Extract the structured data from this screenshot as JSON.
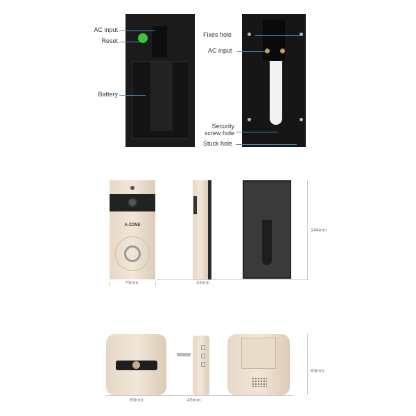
{
  "back_internal": {
    "labels": {
      "ac_input": "AC input",
      "reset": "Reset",
      "battery": "Battery"
    },
    "reset_color": "#3cc43c"
  },
  "back_plate": {
    "labels": {
      "fixes_hole": "Fixes hole",
      "ac_input": "AC input",
      "security_line1": "Security",
      "security_line2": "screw hole",
      "stuck_hole": "Stuck hole"
    }
  },
  "doorbell": {
    "brand": "A-ZONE",
    "width": "75mm",
    "depth": "33mm",
    "height": "144mm"
  },
  "chime": {
    "width": "83mm",
    "depth": "45mm",
    "height": "83mm"
  },
  "colors": {
    "leader_line": "#4a90b8",
    "body_gold": "#e8dccb",
    "body_black": "#1b1b1b"
  }
}
